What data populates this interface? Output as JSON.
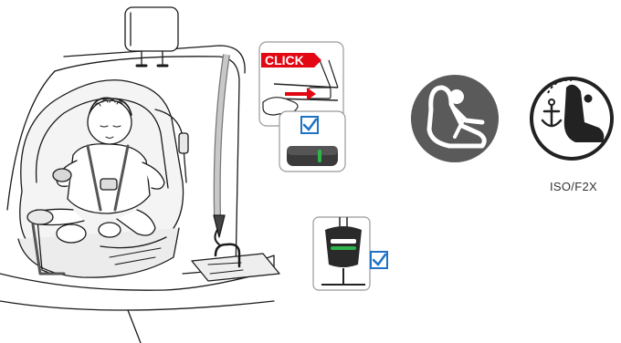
{
  "callout_click": {
    "label": "CLICK"
  },
  "iso_badge": {
    "caption": "ISO/F2X"
  },
  "colors": {
    "click_red": "#e30613",
    "check_blue": "#1e73c6",
    "indicator_green": "#2db34a",
    "badge_gray": "#5a5a5a",
    "line": "#1a1a1a"
  },
  "icons": [
    "car-seat-illustration",
    "headrest-icon",
    "isofix-click-callout",
    "checkbox-checked-icon",
    "isofix-indicator-icon",
    "top-tether-callout",
    "car-seat-badge-icon",
    "isofix-anchor-badge-icon"
  ]
}
